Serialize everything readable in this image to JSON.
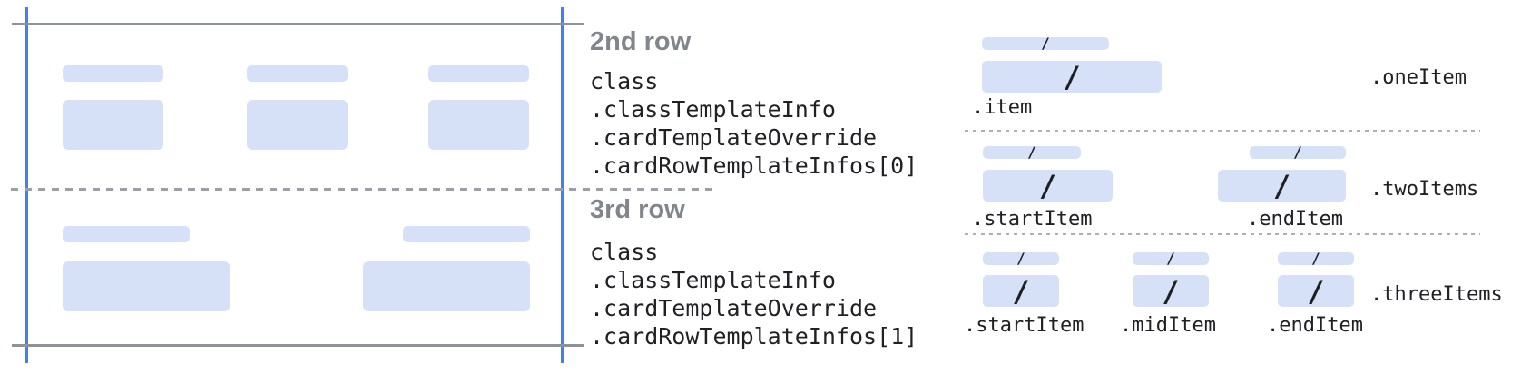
{
  "colors": {
    "bar_blue": "#d6e1f8",
    "edge_blue": "#4d7ce4",
    "edge_gray": "#8f9399",
    "dash_gray": "#9aa0a6",
    "dot_gray": "#b0b0b0",
    "text_dark": "#202124",
    "heading_gray": "#80868b"
  },
  "glyphs": {
    "slash": "/"
  },
  "rows": [
    {
      "title": "2nd row",
      "path": [
        "class",
        ".classTemplateInfo",
        ".cardTemplateOverride",
        ".cardRowTemplateInfos[0]"
      ]
    },
    {
      "title": "3rd row",
      "path": [
        "class",
        ".classTemplateInfo",
        ".cardTemplateOverride",
        ".cardRowTemplateInfos[1]"
      ]
    }
  ],
  "item_layouts": [
    {
      "name": ".oneItem",
      "item_labels": [
        ".item"
      ]
    },
    {
      "name": ".twoItems",
      "item_labels": [
        ".startItem",
        ".endItem"
      ]
    },
    {
      "name": ".threeItems",
      "item_labels": [
        ".startItem",
        ".midItem",
        ".endItem"
      ]
    }
  ]
}
